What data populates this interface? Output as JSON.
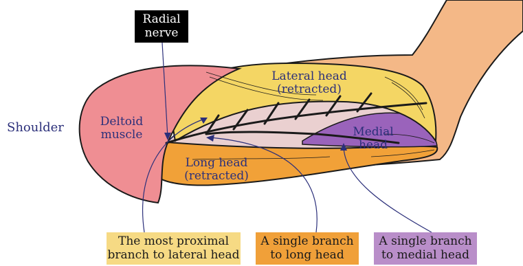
{
  "labels": {
    "shoulder": "Shoulder",
    "radial_nerve": [
      "Radial",
      "nerve"
    ],
    "deltoid": [
      "Deltoid",
      "muscle"
    ],
    "lateral_head": [
      "Lateral head",
      "(retracted)"
    ],
    "medial_head": [
      "Medial",
      "head"
    ],
    "long_head": [
      "Long head",
      "(retracted)"
    ]
  },
  "callouts": {
    "lateral": [
      "The most proximal",
      "branch to lateral head"
    ],
    "long": [
      "A single branch",
      "to long head"
    ],
    "medial": [
      "A single branch",
      "to medial head"
    ]
  },
  "colors": {
    "skin": "#f4b887",
    "deltoid": "#ef8e93",
    "lateral_head": "#f4d664",
    "long_head": "#f1a138",
    "medial_head": "#9a63bb",
    "cavity": "#ead0d0",
    "navy": "#2b2f7a",
    "box_lateral": "#f6da84",
    "box_long": "#f0a039",
    "box_medial": "#b98ec9"
  }
}
